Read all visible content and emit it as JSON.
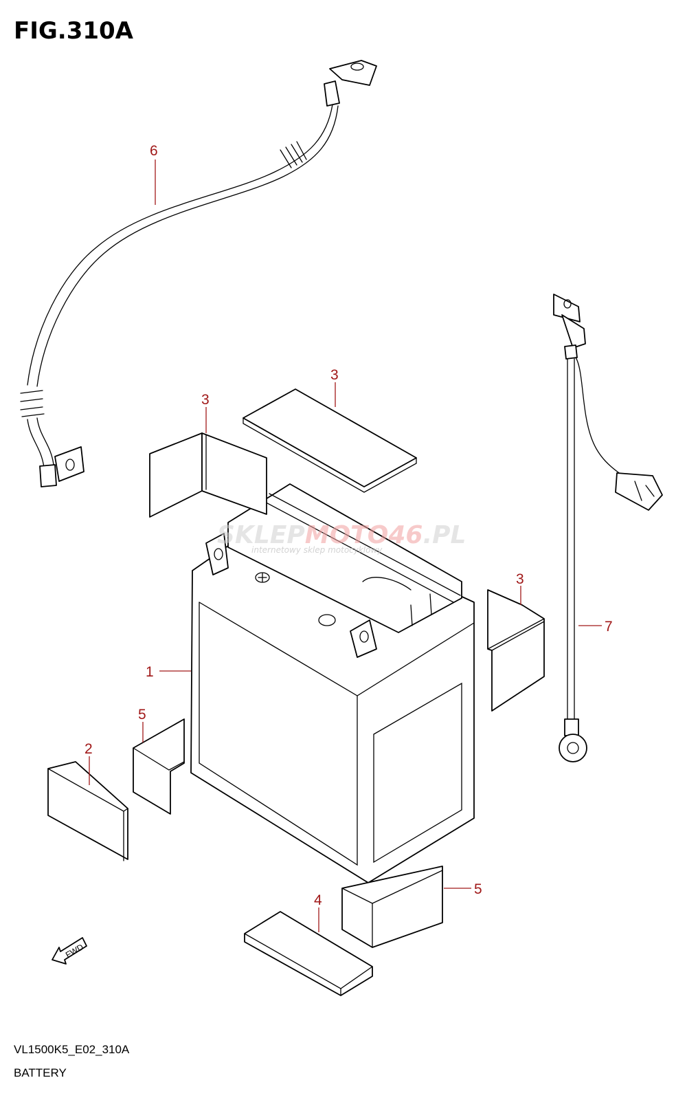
{
  "header": {
    "figure_title": "FIG.310A"
  },
  "callouts": [
    {
      "id": "callout-1",
      "label": "1"
    },
    {
      "id": "callout-2",
      "label": "2"
    },
    {
      "id": "callout-3-left",
      "label": "3"
    },
    {
      "id": "callout-3-top",
      "label": "3"
    },
    {
      "id": "callout-3-right",
      "label": "3"
    },
    {
      "id": "callout-4",
      "label": "4"
    },
    {
      "id": "callout-5-left",
      "label": "5"
    },
    {
      "id": "callout-5-bottom",
      "label": "5"
    },
    {
      "id": "callout-6",
      "label": "6"
    },
    {
      "id": "callout-7",
      "label": "7"
    }
  ],
  "watermark": {
    "brand_part1": "SKLEP",
    "brand_part2": "MOTO46",
    "brand_part3": ".PL",
    "tagline": "internetowy sklep motocyklowy"
  },
  "direction_marker": {
    "label": "FWD"
  },
  "footer": {
    "model_code": "VL1500K5_E02_310A",
    "section_name": "BATTERY"
  },
  "colors": {
    "callout": "#a01818",
    "line_art": "#000000",
    "background": "#ffffff"
  }
}
